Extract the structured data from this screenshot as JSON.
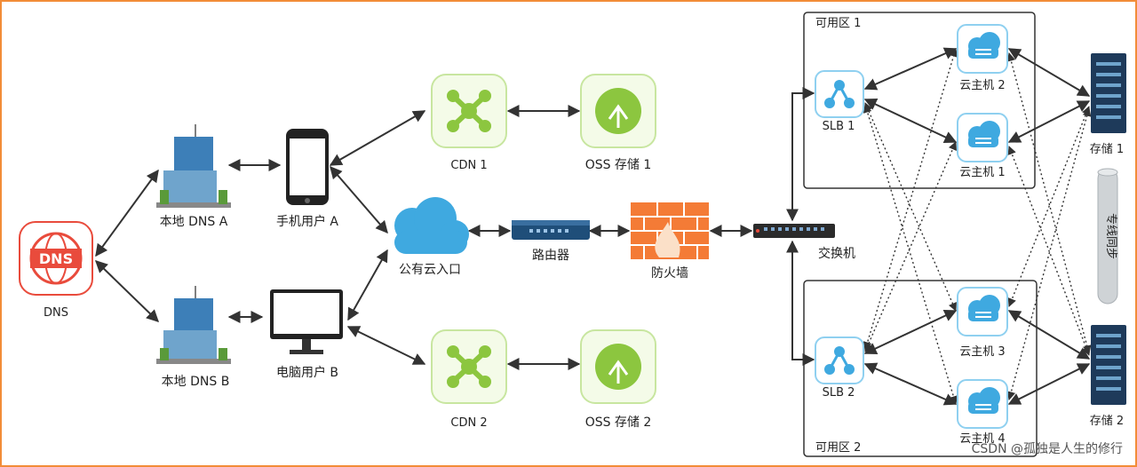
{
  "nodes": {
    "dns": "DNS",
    "local_dns_a": "本地 DNS A",
    "local_dns_b": "本地 DNS B",
    "mobile_user_a": "手机用户 A",
    "pc_user_b": "电脑用户 B",
    "cdn1": "CDN 1",
    "cdn2": "CDN 2",
    "oss1": "OSS 存储 1",
    "oss2": "OSS 存储 2",
    "public_cloud": "公有云入口",
    "router": "路由器",
    "firewall": "防火墙",
    "switch": "交换机",
    "slb1": "SLB 1",
    "slb2": "SLB 2",
    "vm1": "云主机 1",
    "vm2": "云主机 2",
    "vm3": "云主机 3",
    "vm4": "云主机 4",
    "storage1": "存储 1",
    "storage2": "存储 2"
  },
  "zones": {
    "zone1": "可用区 1",
    "zone2": "可用区 2"
  },
  "sync_label": "专线同步",
  "watermark": "CSDN @孤独是人生的修行",
  "colors": {
    "border": "#f28c38",
    "cdn_green": "#8cc63f",
    "cloud_blue": "#3fa9e0",
    "firewall_orange": "#f47b36",
    "dns_red": "#e94b3c"
  }
}
